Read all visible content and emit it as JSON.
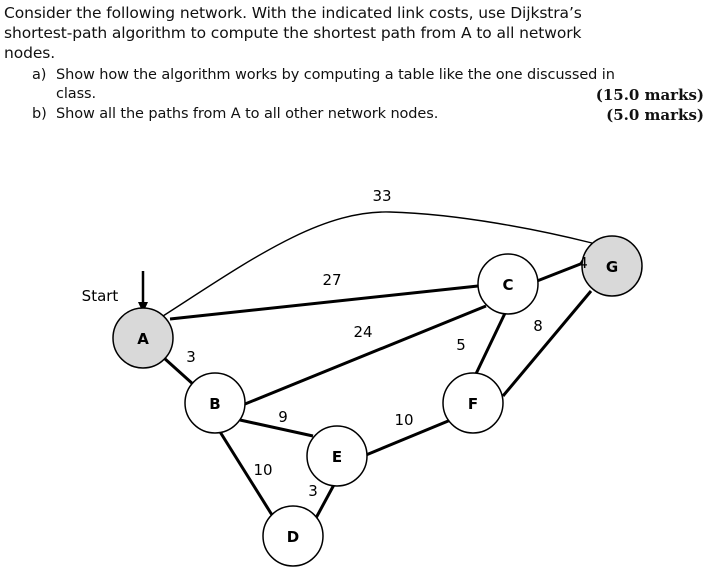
{
  "question": {
    "line1": "Consider the following network. With the indicated link costs, use Dijkstra’s",
    "line2": "shortest-path algorithm to compute the shortest path from A to all network",
    "line3": "nodes.",
    "part_a_label": "a)",
    "part_a_line1": "Show how the algorithm works by computing a table like the one discussed in",
    "part_a_line2": "class.",
    "part_a_marks": "(15.0 marks)",
    "part_b_label": "b)",
    "part_b_text": "Show all the paths from A to all other network nodes.",
    "part_b_marks": "(5.0 marks)"
  },
  "diagram": {
    "start_label": "Start",
    "nodes": {
      "A": "A",
      "B": "B",
      "C": "C",
      "D": "D",
      "E": "E",
      "F": "F",
      "G": "G"
    },
    "edges": {
      "AG": "33",
      "AC": "27",
      "BC": "24",
      "AB": "3",
      "BE": "9",
      "BD": "10",
      "ED": "3",
      "EF": "10",
      "CF": "5",
      "FG": "8",
      "CG": "4"
    },
    "highlight_color": "#d9d9d9"
  }
}
